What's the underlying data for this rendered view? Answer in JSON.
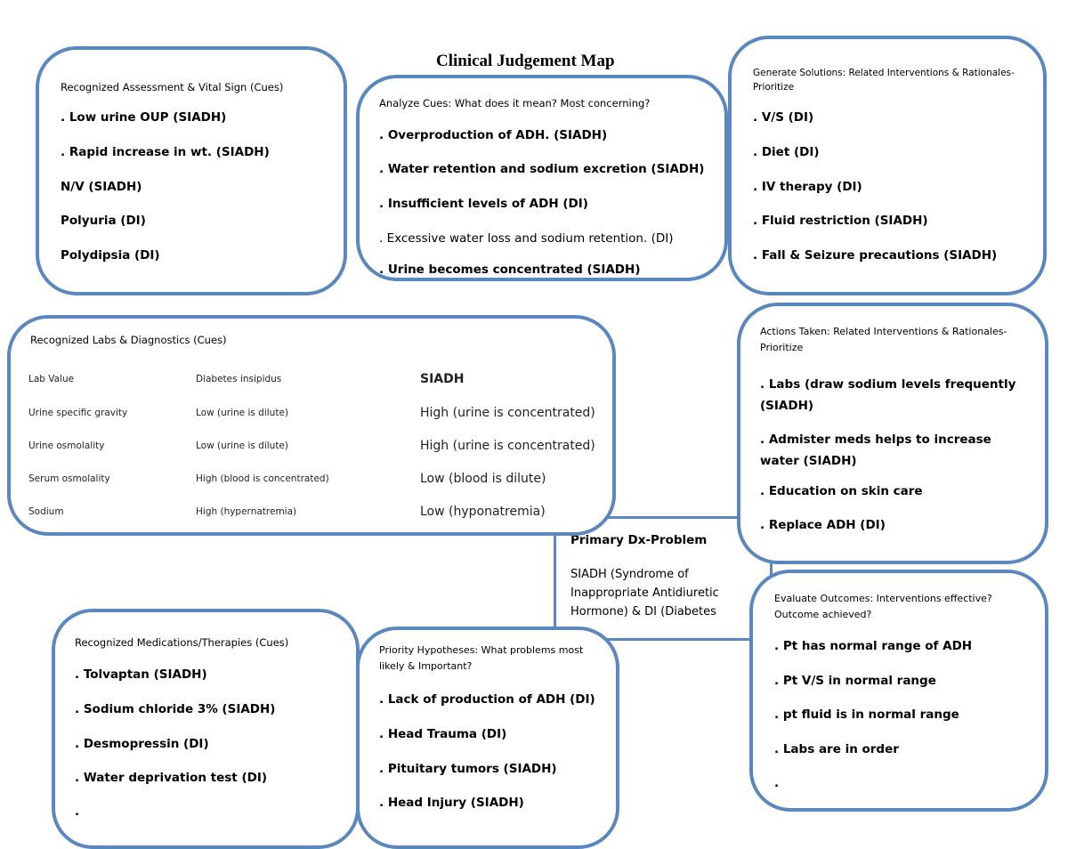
{
  "title": "Clinical Judgement Map",
  "assessment": {
    "heading": "Recognized  Assessment & Vital Sign (Cues)",
    "items": [
      ". Low urine OUP (SIADH)",
      ". Rapid increase in wt. (SIADH)",
      "N/V (SIADH)",
      "Polyuria (DI)",
      "Polydipsia (DI)"
    ]
  },
  "analyze": {
    "heading": "Analyze Cues: What does it mean? Most concerning?",
    "items": [
      ". Overproduction of ADH. (SIADH)",
      ". Water retention and sodium excretion (SIADH)",
      ". Insufficient levels of ADH (DI)",
      ". Excessive water loss and sodium retention. (DI)",
      ". Urine becomes concentrated (SIADH)"
    ]
  },
  "solutions": {
    "heading": "Generate Solutions: Related Interventions & Rationales-Prioritize",
    "items": [
      ". V/S (DI)",
      ". Diet (DI)",
      ". IV therapy (DI)",
      ".  Fluid restriction (SIADH)",
      ". Fall & Seizure precautions (SIADH)"
    ]
  },
  "labs": {
    "heading": "Recognized  Labs & Diagnostics (Cues)",
    "columns": [
      "Lab Value",
      "Diabetes insipidus",
      "SIADH"
    ],
    "rows": [
      [
        "Urine specific gravity",
        "Low (urine is dilute)",
        "High (urine is concentrated)"
      ],
      [
        "Urine osmolality",
        "Low (urine is dilute)",
        "High (urine is concentrated)"
      ],
      [
        "Serum osmolality",
        "High (blood is concentrated)",
        "Low (blood is dilute)"
      ],
      [
        "Sodium",
        "High (hypernatremia)",
        "Low (hyponatremia)"
      ]
    ]
  },
  "actions": {
    "heading": "Actions Taken: Related Interventions & Rationales-Prioritize",
    "items": [
      ". Labs (draw sodium levels frequently (SIADH)",
      ". Admister meds helps to increase water (SIADH)",
      ". Education on skin care",
      ". Replace ADH (DI)"
    ]
  },
  "primary": {
    "heading": "Primary Dx-Problem",
    "text": "SIADH (Syndrome of Inappropriate Antidiuretic Hormone) & DI (Diabetes"
  },
  "outcomes": {
    "heading": "Evaluate Outcomes: Interventions effective? Outcome achieved?",
    "items": [
      ". Pt has normal range of ADH",
      ". Pt V/S in normal range",
      ". pt fluid is in normal range",
      ". Labs are in order",
      "."
    ]
  },
  "medications": {
    "heading": "Recognized Medications/Therapies (Cues)",
    "items": [
      ". Tolvaptan (SIADH)",
      ". Sodium chloride 3% (SIADH)",
      ". Desmopressin (DI)",
      ". Water deprivation test (DI)",
      "."
    ]
  },
  "hypotheses": {
    "heading": "Priority Hypotheses: What problems most likely & Important?",
    "items": [
      ". Lack of production of ADH (DI)",
      ". Head Trauma (DI)",
      ". Pituitary tumors (SIADH)",
      ". Head Injury (SIADH)"
    ]
  }
}
